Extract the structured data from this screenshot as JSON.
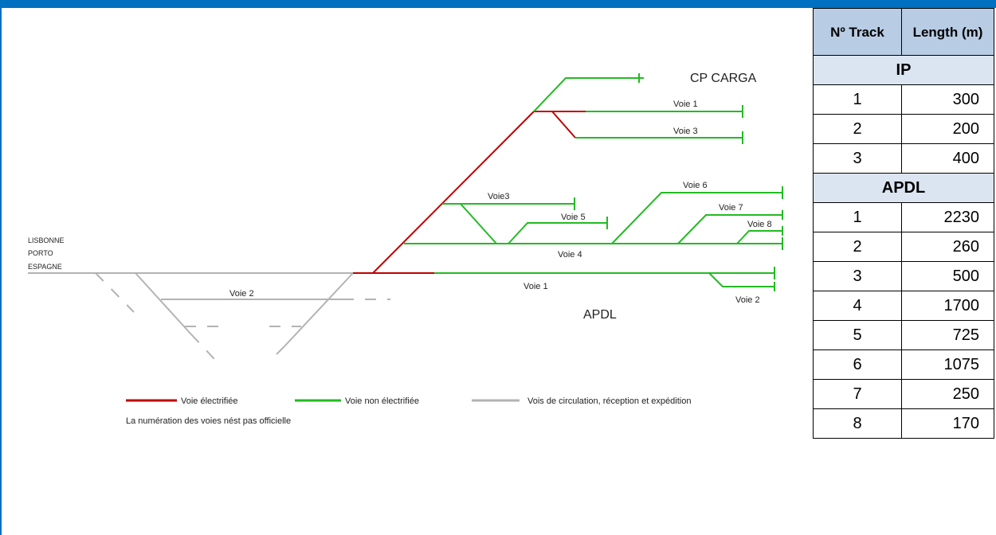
{
  "diagram": {
    "origin_labels": [
      "LISBONNE",
      "PORTO",
      "ESPAGNE"
    ],
    "area_labels": {
      "cp_carga": "CP CARGA",
      "apdl": "APDL"
    },
    "track_labels": {
      "cp_voie1": "Voie 1",
      "cp_voie3": "Voie 3",
      "voie3": "Voie3",
      "voie5": "Voie 5",
      "voie6": "Voie 6",
      "voie7": "Voie 7",
      "voie8": "Voie 8",
      "voie4": "Voie 4",
      "voie1": "Voie 1",
      "voie2_right": "Voie 2",
      "voie2_left": "Voie 2"
    },
    "legend": {
      "electrified": "Voie électrifiée",
      "non_electrified": "Voie non électrifiée",
      "circulation": "Vois de circulation, réception et expédition",
      "note": "La numération des voies nést pas officielle"
    },
    "colors": {
      "electrified": "#c00000",
      "non_electrified": "#22bb22",
      "circulation": "#b3b3b3"
    }
  },
  "table": {
    "headers": {
      "track": "Nº Track",
      "length": "Length (m)"
    },
    "sections": [
      {
        "name": "IP",
        "rows": [
          [
            "1",
            "300"
          ],
          [
            "2",
            "200"
          ],
          [
            "3",
            "400"
          ]
        ]
      },
      {
        "name": "APDL",
        "rows": [
          [
            "1",
            "2230"
          ],
          [
            "2",
            "260"
          ],
          [
            "3",
            "500"
          ],
          [
            "4",
            "1700"
          ],
          [
            "5",
            "725"
          ],
          [
            "6",
            "1075"
          ],
          [
            "7",
            "250"
          ],
          [
            "8",
            "170"
          ]
        ]
      }
    ]
  },
  "theme": {
    "accent": "#0070c0",
    "header_fill": "#b8cce4",
    "section_fill": "#dbe5f1"
  }
}
